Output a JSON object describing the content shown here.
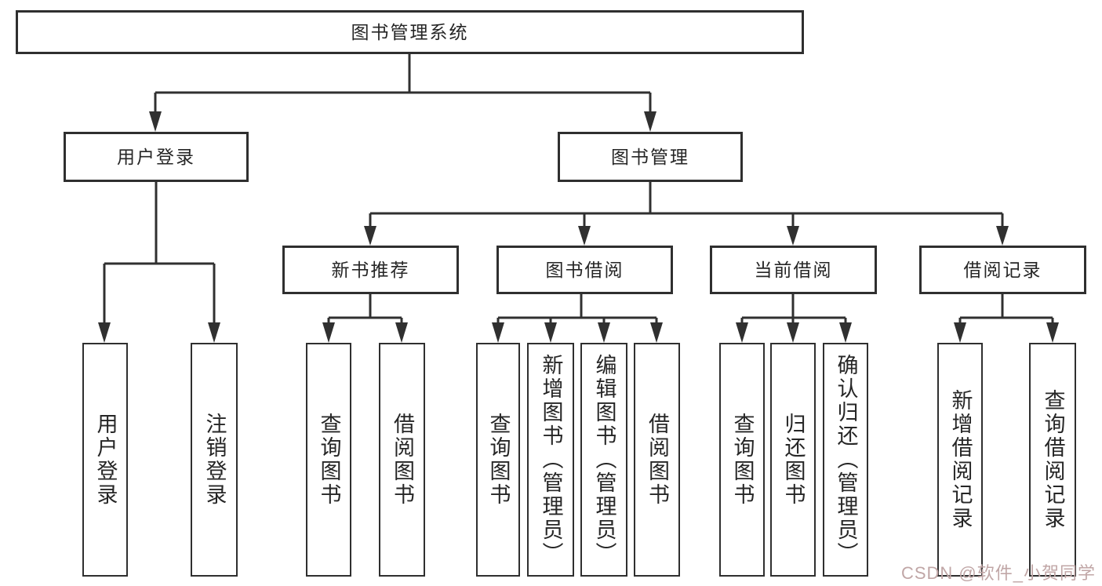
{
  "diagram": {
    "root": {
      "label": "图书管理系统",
      "children": [
        {
          "label": "用户登录",
          "children": [
            {
              "label": "用户登录"
            },
            {
              "label": "注销登录"
            }
          ]
        },
        {
          "label": "图书管理",
          "children": [
            {
              "label": "新书推荐",
              "children": [
                {
                  "label": "查询图书"
                },
                {
                  "label": "借阅图书"
                }
              ]
            },
            {
              "label": "图书借阅",
              "children": [
                {
                  "label": "查询图书"
                },
                {
                  "label": "新增图书（管理员）"
                },
                {
                  "label": "编辑图书（管理员）"
                },
                {
                  "label": "借阅图书"
                }
              ]
            },
            {
              "label": "当前借阅",
              "children": [
                {
                  "label": "查询图书"
                },
                {
                  "label": "归还图书"
                },
                {
                  "label": "确认归还（管理员）"
                }
              ]
            },
            {
              "label": "借阅记录",
              "children": [
                {
                  "label": "新增借阅记录"
                },
                {
                  "label": "查询借阅记录"
                }
              ]
            }
          ]
        }
      ]
    }
  },
  "watermark": {
    "text": "CSDN @软件_小贺同学"
  },
  "colors": {
    "background": "#ffffff",
    "line": "#303030",
    "border": "#2f2f2f",
    "text": "#262626",
    "watermark": "#c0a6a6"
  }
}
